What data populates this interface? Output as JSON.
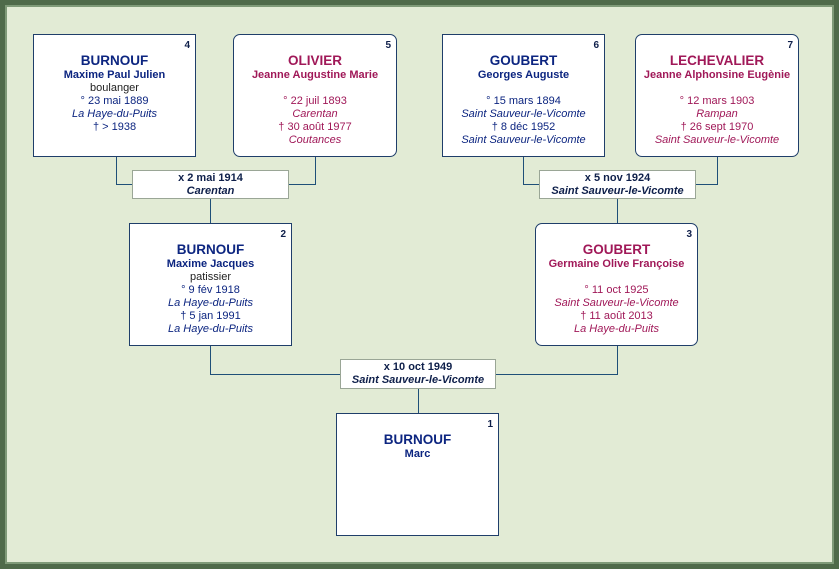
{
  "people": {
    "p4": {
      "num": "4",
      "surname": "BURNOUF",
      "given": "Maxime Paul Julien",
      "occupation": "boulanger",
      "birth": "° 23 mai 1889",
      "birth_place": "La Haye-du-Puits",
      "death": "† > 1938",
      "death_place": ""
    },
    "p5": {
      "num": "5",
      "surname": "OLIVIER",
      "given": "Jeanne Augustine Marie",
      "occupation": "",
      "birth": "° 22 juil 1893",
      "birth_place": "Carentan",
      "death": "† 30 août 1977",
      "death_place": "Coutances"
    },
    "p6": {
      "num": "6",
      "surname": "GOUBERT",
      "given": "Georges Auguste",
      "occupation": "",
      "birth": "° 15 mars 1894",
      "birth_place": "Saint Sauveur-le-Vicomte",
      "death": "† 8 déc 1952",
      "death_place": "Saint Sauveur-le-Vicomte"
    },
    "p7": {
      "num": "7",
      "surname": "LECHEVALIER",
      "given": "Jeanne Alphonsine Eugènie",
      "occupation": "",
      "birth": "° 12 mars 1903",
      "birth_place": "Rampan",
      "death": "† 26 sept 1970",
      "death_place": "Saint Sauveur-le-Vicomte"
    },
    "p2": {
      "num": "2",
      "surname": "BURNOUF",
      "given": "Maxime Jacques",
      "occupation": "patissier",
      "birth": "° 9 fév 1918",
      "birth_place": "La Haye-du-Puits",
      "death": "† 5 jan 1991",
      "death_place": "La Haye-du-Puits"
    },
    "p3": {
      "num": "3",
      "surname": "GOUBERT",
      "given": "Germaine Olive Françoise",
      "occupation": "",
      "birth": "° 11 oct 1925",
      "birth_place": "Saint Sauveur-le-Vicomte",
      "death": "† 11 août 2013",
      "death_place": "La Haye-du-Puits"
    },
    "p1": {
      "num": "1",
      "surname": "BURNOUF",
      "given": "Marc"
    }
  },
  "marriages": {
    "m45": {
      "date": "x 2 mai 1914",
      "place": "Carentan"
    },
    "m67": {
      "date": "x 5 nov 1924",
      "place": "Saint Sauveur-le-Vicomte"
    },
    "m23": {
      "date": "x 10 oct 1949",
      "place": "Saint Sauveur-le-Vicomte"
    }
  },
  "colors": {
    "male": "#0c2580",
    "female": "#a01858",
    "background": "#e2ebd5",
    "frame": "#4f6a4a",
    "connector": "#1f4f78"
  }
}
